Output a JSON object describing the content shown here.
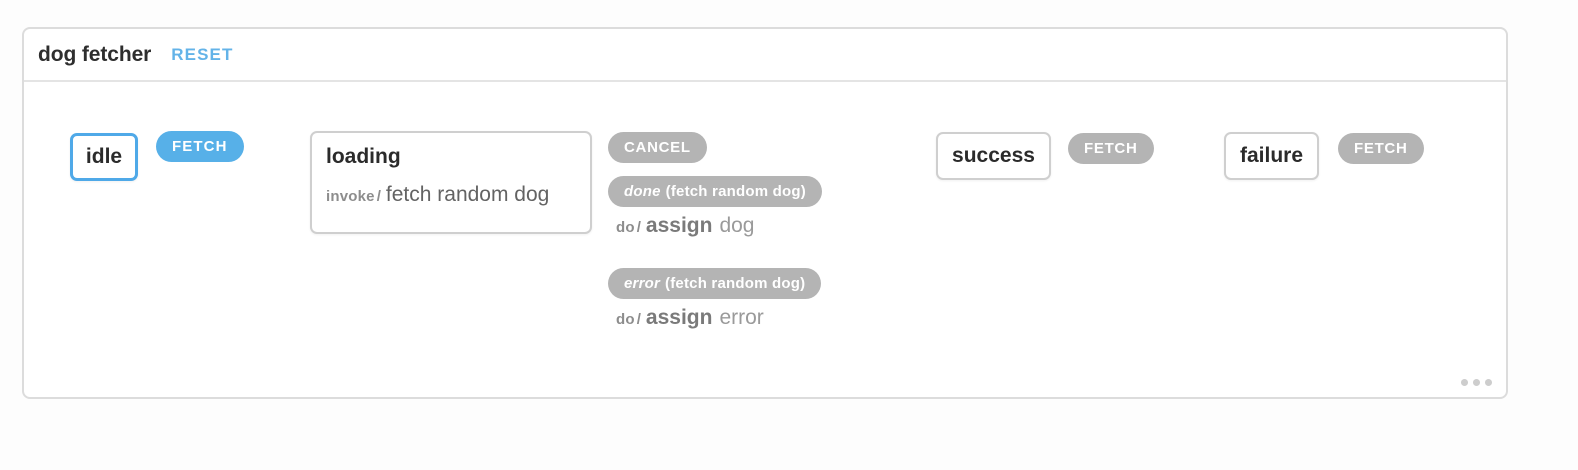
{
  "machine": {
    "title": "dog fetcher",
    "reset_label": "RESET",
    "menu_icon": "ellipsis-icon"
  },
  "states": {
    "idle": {
      "name": "idle",
      "active": true
    },
    "loading": {
      "name": "loading",
      "active": false,
      "invoke_key": "invoke",
      "invoke_slash": "/",
      "invoke_src": "fetch random dog"
    },
    "success": {
      "name": "success",
      "active": false
    },
    "failure": {
      "name": "failure",
      "active": false
    }
  },
  "events": {
    "fetch_idle": {
      "label": "FETCH",
      "enabled": true
    },
    "cancel": {
      "label": "CANCEL",
      "enabled": false
    },
    "done": {
      "label": "done",
      "detail": "(fetch random dog)",
      "enabled": false
    },
    "error": {
      "label": "error",
      "detail": "(fetch random dog)",
      "enabled": false
    },
    "fetch_success": {
      "label": "FETCH",
      "enabled": false
    },
    "fetch_failure": {
      "label": "FETCH",
      "enabled": false
    }
  },
  "actions": {
    "assign_dog": {
      "key": "do",
      "slash": "/",
      "verb": "assign",
      "arg": "dog"
    },
    "assign_error": {
      "key": "do",
      "slash": "/",
      "verb": "assign",
      "arg": "error"
    }
  },
  "colors": {
    "accent_blue": "#57b0e8",
    "edge_gray": "#c9c9c9",
    "badge_gray": "#b4b4b4",
    "border_gray": "#cfcfcf"
  }
}
